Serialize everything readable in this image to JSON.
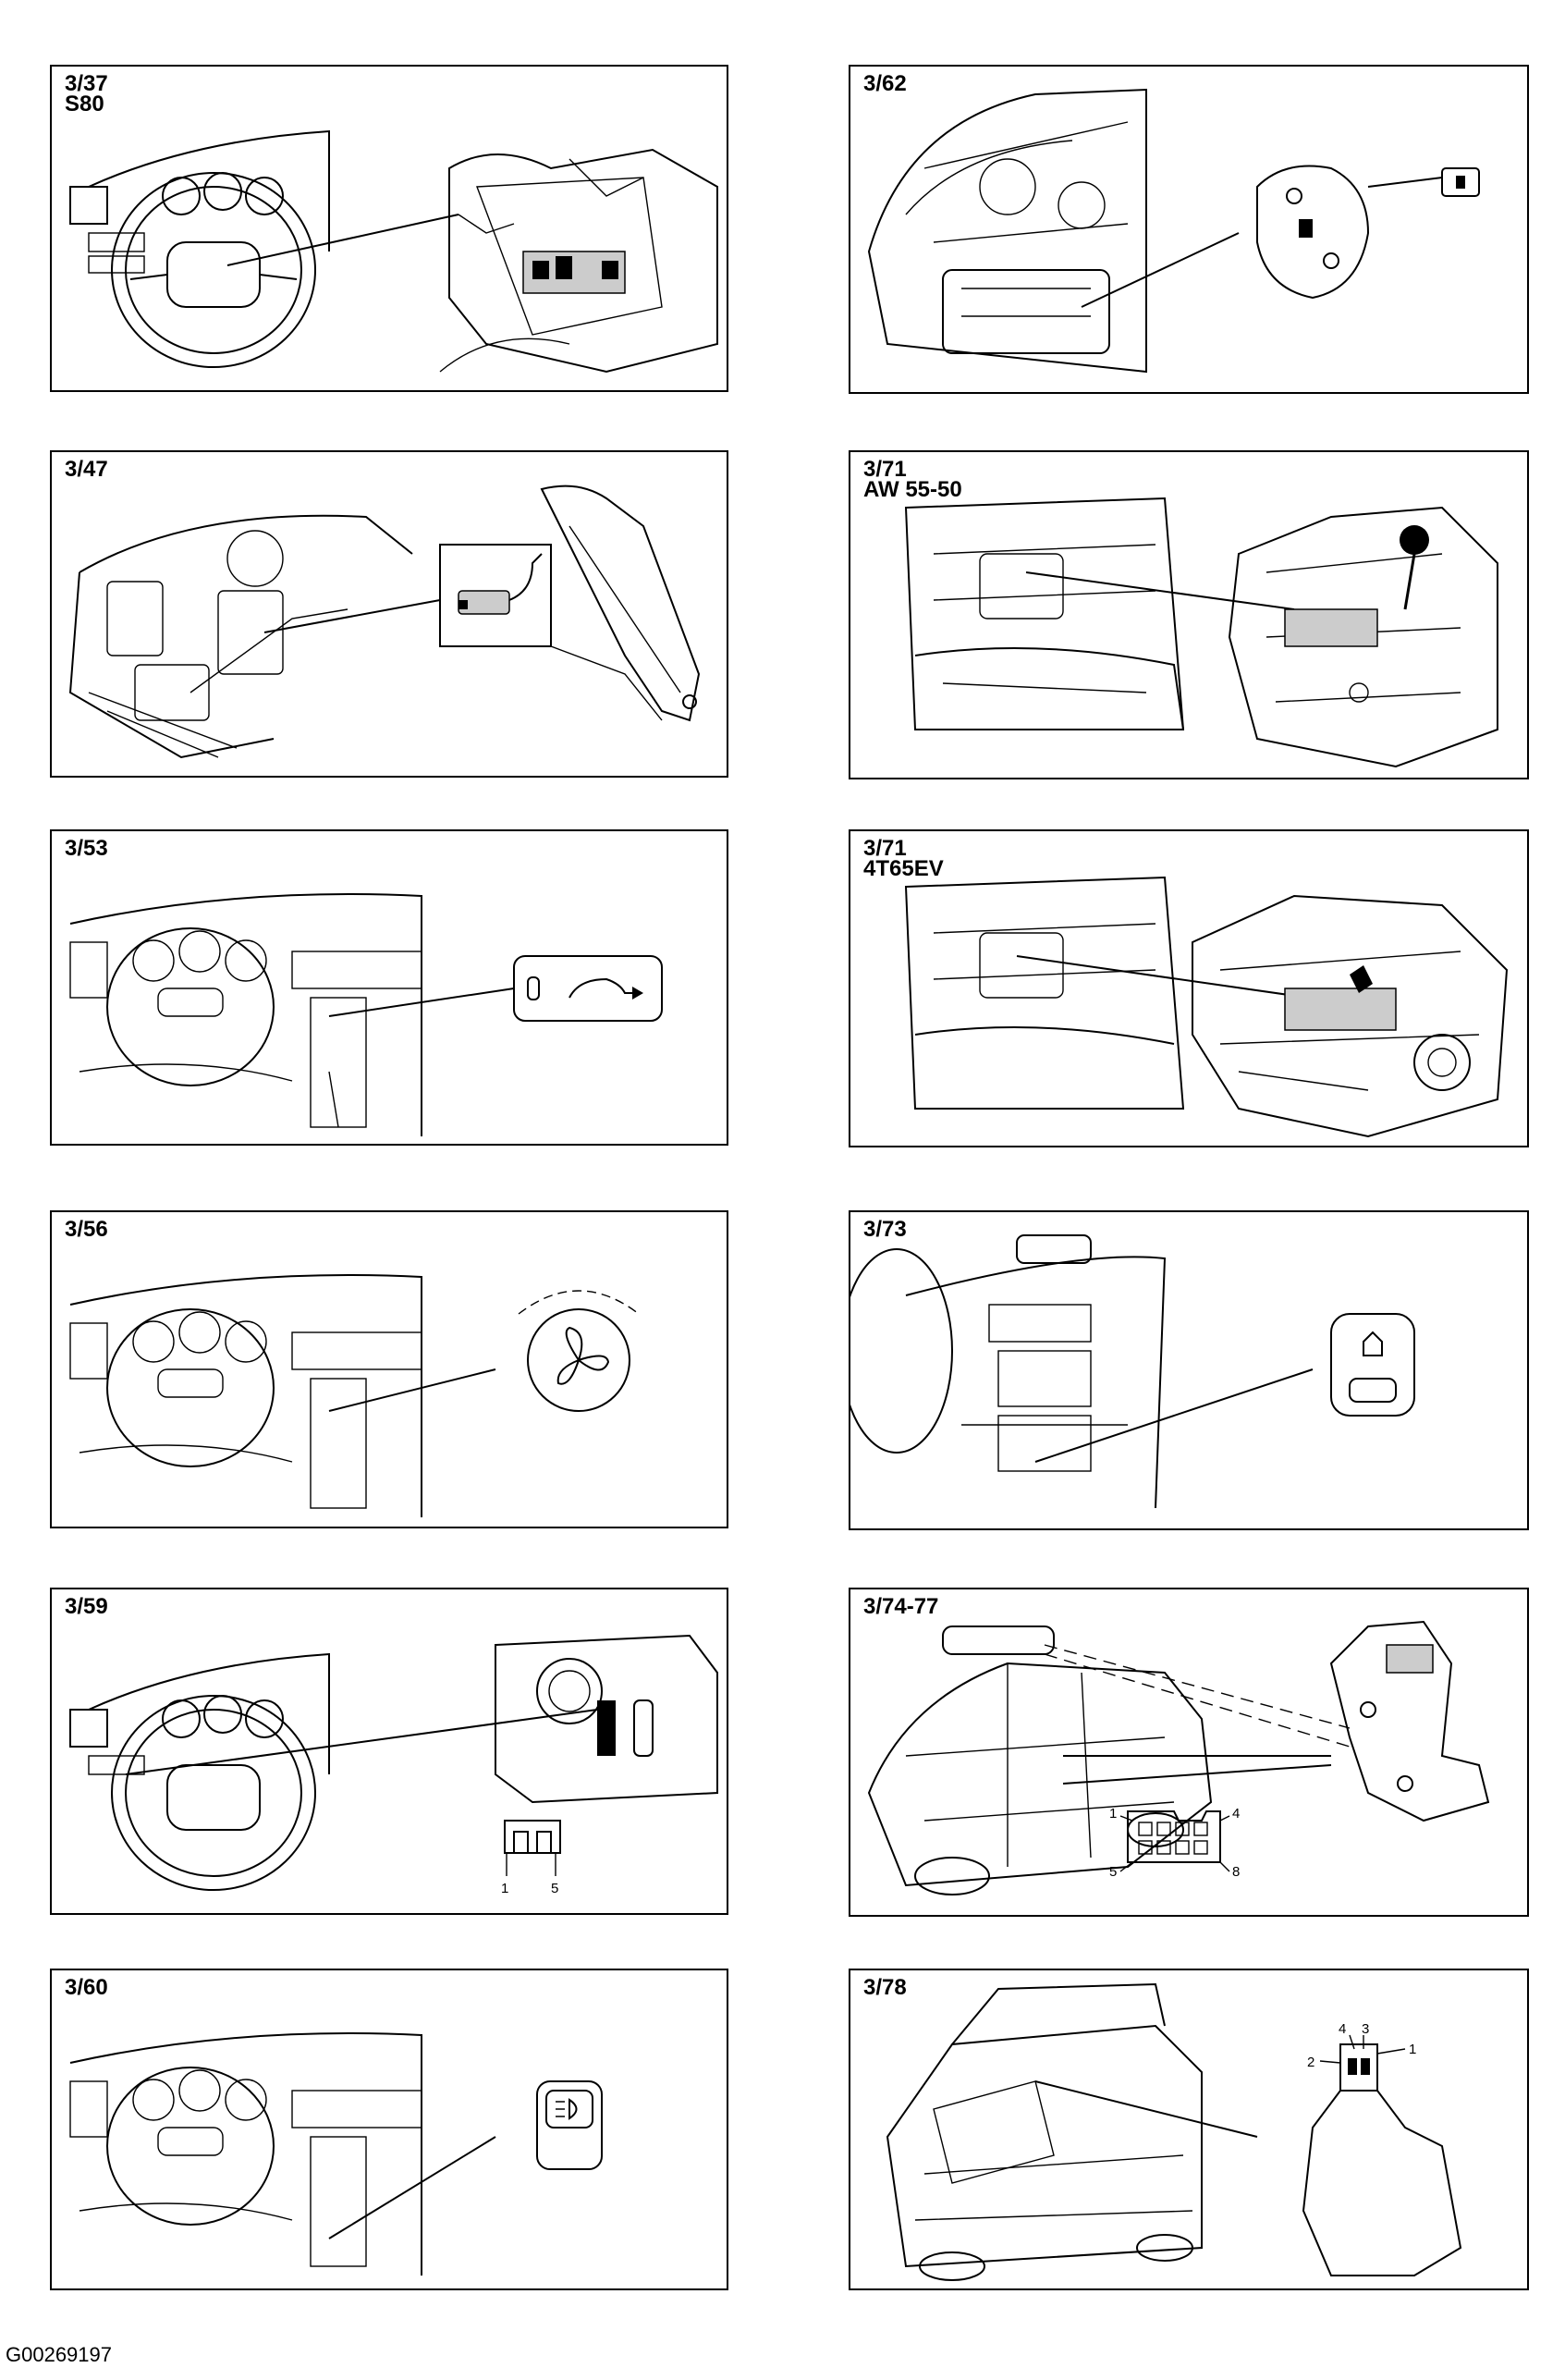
{
  "panels": {
    "p1": {
      "label": "3/37\nS80"
    },
    "p2": {
      "label": "3/62"
    },
    "p3": {
      "label": "3/47"
    },
    "p4": {
      "label": "3/71\nAW 55-50"
    },
    "p5": {
      "label": "3/53"
    },
    "p6": {
      "label": "3/71\n4T65EV"
    },
    "p7": {
      "label": "3/56"
    },
    "p8": {
      "label": "3/73"
    },
    "p9": {
      "label": "3/59",
      "pins": [
        "1",
        "5"
      ]
    },
    "p10": {
      "label": "3/74-77",
      "pins": [
        "1",
        "4",
        "5",
        "8"
      ]
    },
    "p11": {
      "label": "3/60"
    },
    "p12": {
      "label": "3/78",
      "pins": [
        "4",
        "3",
        "2",
        "1"
      ]
    }
  },
  "footer": {
    "code": "G00269197"
  }
}
